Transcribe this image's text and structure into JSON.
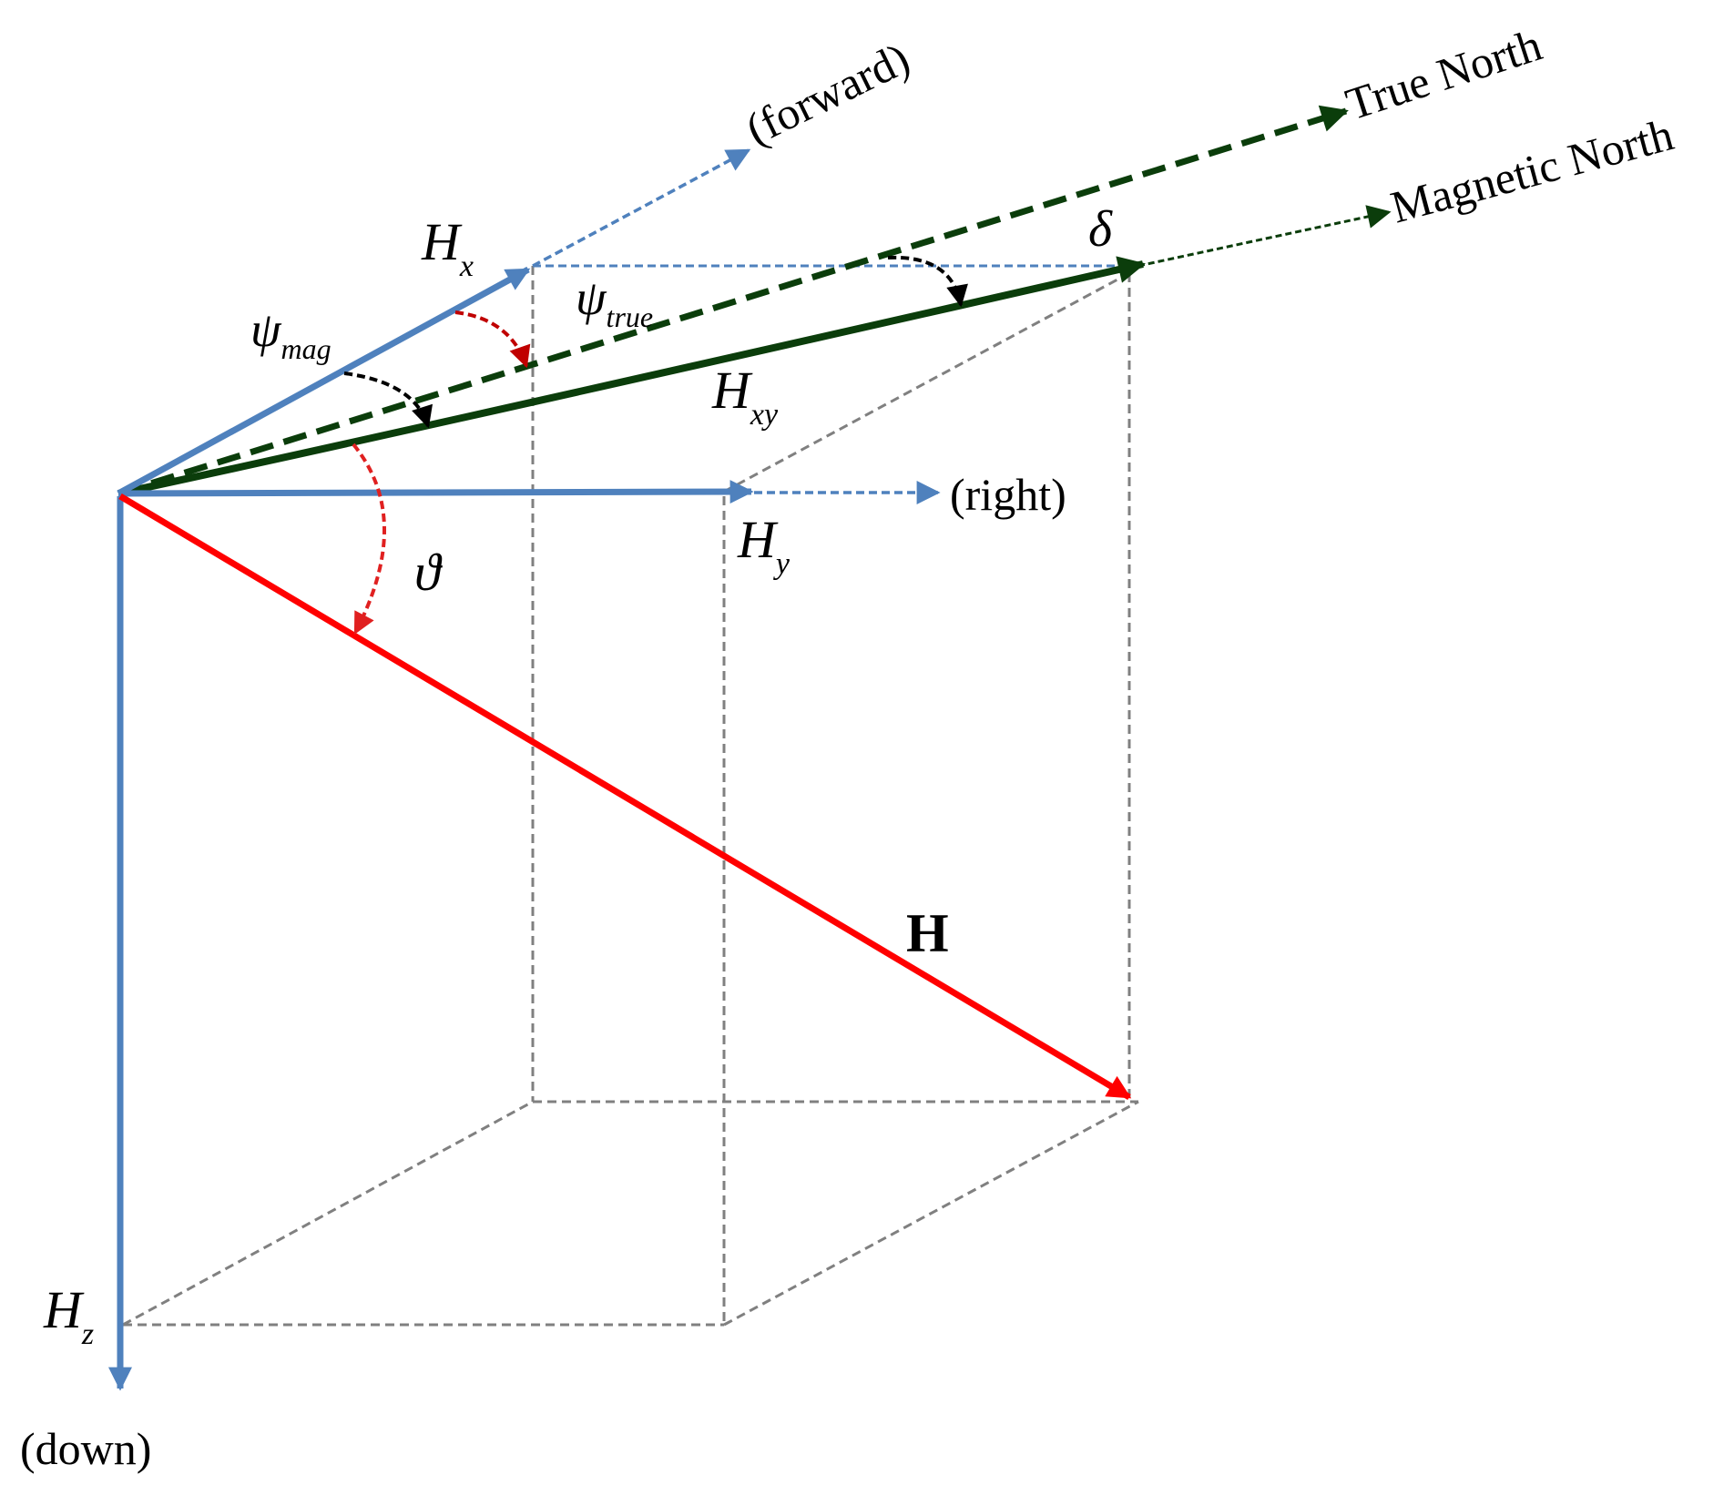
{
  "labels": {
    "forward": "(forward)",
    "true_north": "True North",
    "magnetic_north": "Magnetic North",
    "right": "(right)",
    "down": "(down)",
    "field_vector": "H",
    "hx_main": "H",
    "hx_sub": "x",
    "hy_main": "H",
    "hy_sub": "y",
    "hz_main": "H",
    "hz_sub": "z",
    "hxy_main": "H",
    "hxy_sub": "xy",
    "psi_mag_main": "ψ",
    "psi_mag_sub": "mag",
    "psi_true_main": "ψ",
    "psi_true_sub": "true",
    "delta": "δ",
    "theta": "ϑ"
  },
  "colors": {
    "axis_blue": "#4F81BD",
    "north_green": "#0B3D0B",
    "field_red": "#FF0000",
    "angle_red": "#E02020",
    "angle_darkred": "#C00000",
    "angle_black": "#000000",
    "box_gray": "#808080"
  }
}
